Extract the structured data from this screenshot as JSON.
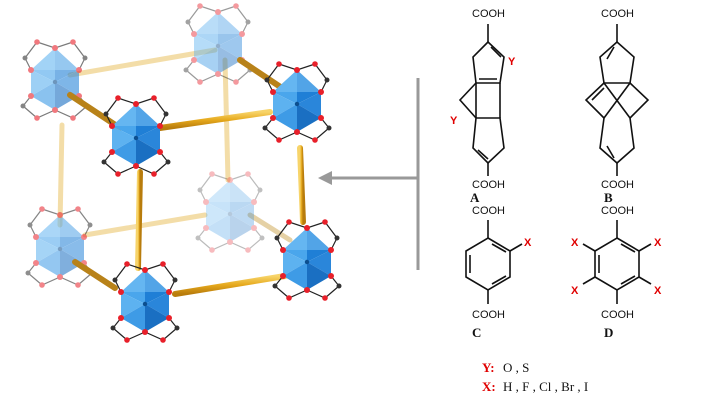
{
  "linkers": [
    {
      "id": "A",
      "label": "A",
      "top_group": "COOH",
      "bottom_group": "COOH",
      "substituent": "Y"
    },
    {
      "id": "B",
      "label": "B",
      "top_group": "COOH",
      "bottom_group": "COOH"
    },
    {
      "id": "C",
      "label": "C",
      "top_group": "COOH",
      "bottom_group": "COOH",
      "substituent": "X"
    },
    {
      "id": "D",
      "label": "D",
      "top_group": "COOH",
      "bottom_group": "COOH",
      "substituent": "X"
    }
  ],
  "legend": {
    "y_key": "Y:",
    "y_values": "O , S",
    "x_key": "X:",
    "x_values": "H , F , Cl , Br , I"
  },
  "colors": {
    "cluster_blue": "#2f8fe0",
    "cluster_blue_faded": "#b9dcf5",
    "linker_rod": "#e6a91c",
    "linker_rod_faded": "#f3dca0",
    "oxygen": "#e8202a",
    "carbon": "#333333",
    "substituent_red": "#e00000",
    "arrow_gray": "#999999"
  }
}
